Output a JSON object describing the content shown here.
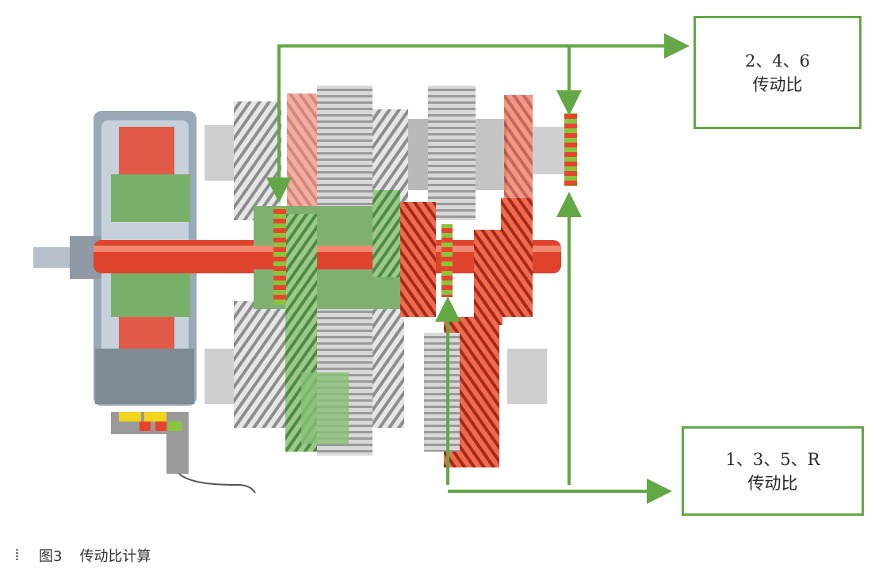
{
  "labels": {
    "even_gears_line1": "2、4、6",
    "even_gears_line2": "传动比",
    "odd_gears_line1": "1、3、5、R",
    "odd_gears_line2": "传动比"
  },
  "caption": {
    "figure_number": "图3",
    "title": "传动比计算"
  },
  "colors": {
    "arrow_green": "#63a845",
    "shaft_red": "#e0432d",
    "housing_green": "#7fb070",
    "sensor_yellow": "#f2d51c"
  }
}
